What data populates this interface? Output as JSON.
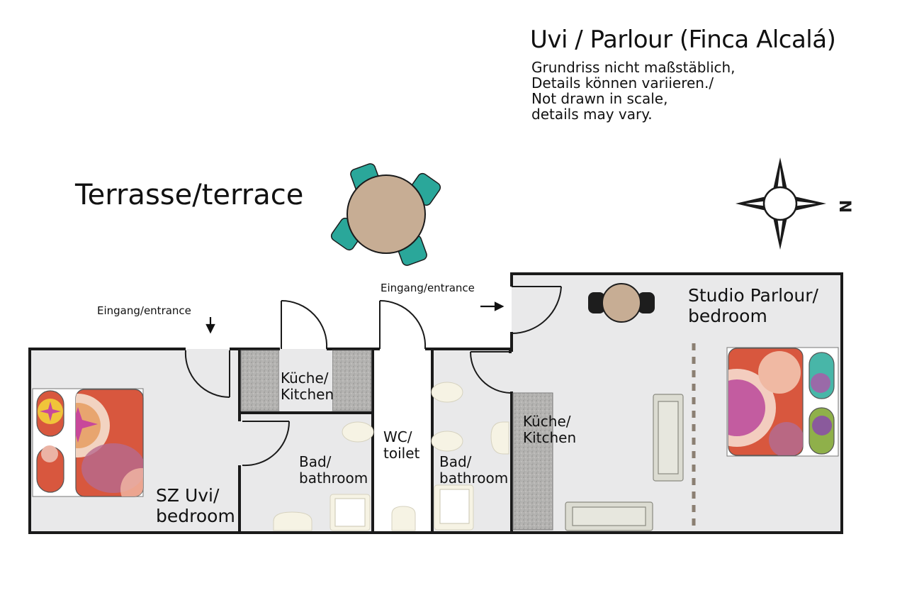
{
  "header": {
    "title": "Uvi / Parlour (Finca Alcalá)",
    "notes": [
      "Grundriss nicht maßstäblich,",
      "Details können variieren./",
      "Not drawn in scale,",
      "details may vary."
    ]
  },
  "terrace_label": "Terrasse/terrace",
  "compass": {
    "north_letter": "N"
  },
  "entrances": {
    "left": "Eingang/entrance",
    "center": "Eingang/entrance"
  },
  "rooms": {
    "sz_uvi": [
      "SZ Uvi/",
      "bedroom"
    ],
    "kitchen_small": [
      "Küche/",
      "Kitchen"
    ],
    "bath_left": [
      "Bad/",
      "bathroom"
    ],
    "wc": [
      "WC/",
      "toilet"
    ],
    "bath_right": [
      "Bad/",
      "bathroom"
    ],
    "kitchen_studio": [
      "Küche/",
      "Kitchen"
    ],
    "studio": [
      "Studio Parlour/",
      "bedroom"
    ]
  },
  "colors": {
    "floor": "#e9e9ea",
    "wall": "#1a1a1a",
    "table": "#c7ad94",
    "chair": "#2aa79a",
    "counter": "#a9a8a6",
    "fixture": "#f6f3e4",
    "bedspread": "#d8573e",
    "divider": "#8b7f72"
  }
}
